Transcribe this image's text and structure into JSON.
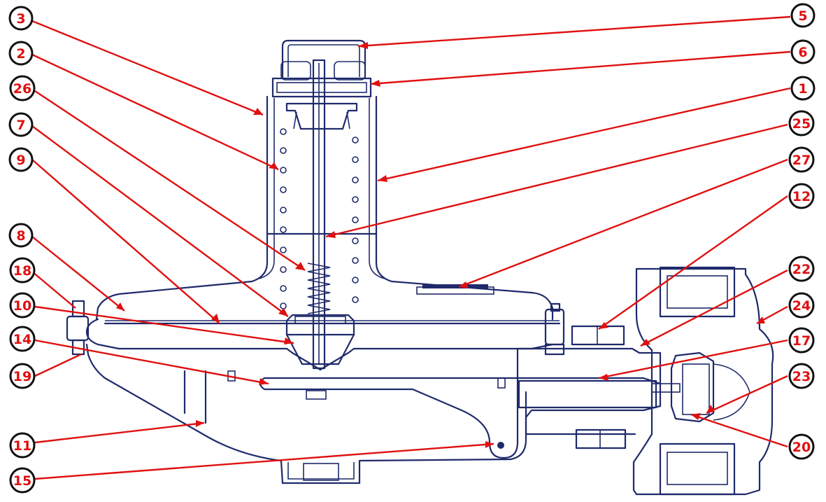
{
  "diagram": {
    "colors": {
      "outline": "#1f2a6b",
      "leader": "#e01010",
      "callout_text": "#e01010",
      "callout_ring": "#111111"
    },
    "callouts": [
      {
        "id": "c1",
        "label": "3"
      },
      {
        "id": "c2",
        "label": "2"
      },
      {
        "id": "c3",
        "label": "26"
      },
      {
        "id": "c4",
        "label": "7"
      },
      {
        "id": "c5",
        "label": "9"
      },
      {
        "id": "c6",
        "label": "8"
      },
      {
        "id": "c7",
        "label": "18"
      },
      {
        "id": "c8",
        "label": "10"
      },
      {
        "id": "c9",
        "label": "14"
      },
      {
        "id": "c10",
        "label": "19"
      },
      {
        "id": "c11",
        "label": "11"
      },
      {
        "id": "c12",
        "label": "15"
      },
      {
        "id": "c13",
        "label": "5"
      },
      {
        "id": "c14",
        "label": "6"
      },
      {
        "id": "c15",
        "label": "1"
      },
      {
        "id": "c16",
        "label": "25"
      },
      {
        "id": "c17",
        "label": "27"
      },
      {
        "id": "c18",
        "label": "12"
      },
      {
        "id": "c19",
        "label": "22"
      },
      {
        "id": "c20",
        "label": "24"
      },
      {
        "id": "c21",
        "label": "17"
      },
      {
        "id": "c22",
        "label": "23"
      },
      {
        "id": "c23",
        "label": "20"
      }
    ]
  }
}
